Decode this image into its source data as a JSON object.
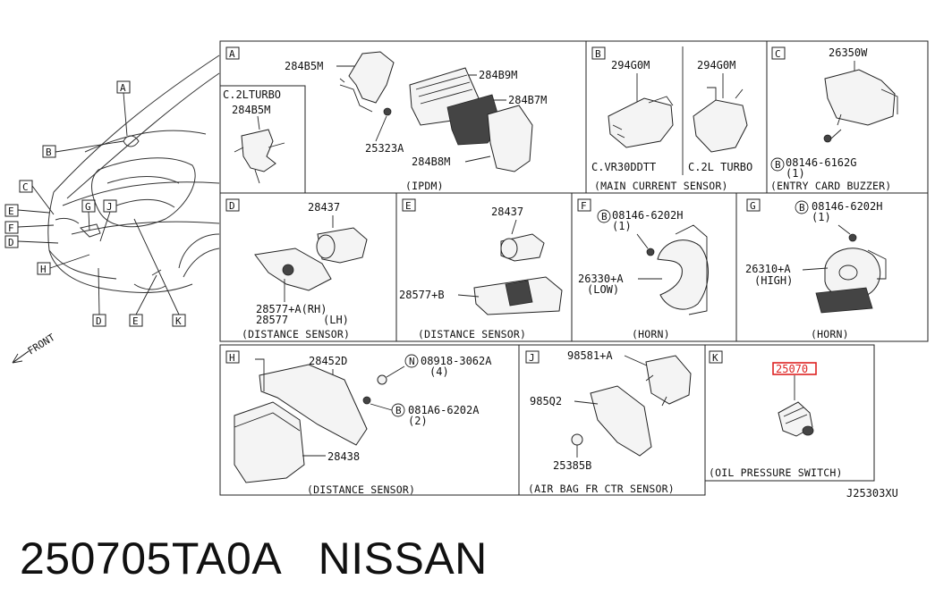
{
  "diagram": {
    "car_overview": {
      "front_label": "FRONT",
      "callouts": [
        "A",
        "B",
        "C",
        "E",
        "F",
        "G",
        "J",
        "D",
        "H",
        "D",
        "E",
        "K"
      ]
    },
    "panels": {
      "A": {
        "letter": "A",
        "caption": "(IPDM)",
        "sub_label": "C.2LTURBO",
        "sub_part": "284B5M",
        "parts": [
          "284B5M",
          "284B9M",
          "284B7M",
          "25323A",
          "284B8M"
        ]
      },
      "B": {
        "letter": "B",
        "caption": "(MAIN CURRENT SENSOR)",
        "left_part": "294G0M",
        "left_variant": "C.VR30DDTT",
        "right_part": "294G0M",
        "right_variant": "C.2L TURBO"
      },
      "C": {
        "letter": "C",
        "caption": "(ENTRY CARD BUZZER)",
        "parts": [
          "26350W",
          "08146-6162G",
          "(1)"
        ],
        "mark": "B"
      },
      "D": {
        "letter": "D",
        "caption": "(DISTANCE SENSOR)",
        "parts": [
          "28437",
          "28577+A(RH)",
          "28577",
          "(LH)"
        ]
      },
      "E": {
        "letter": "E",
        "caption": "(DISTANCE SENSOR)",
        "parts": [
          "28437",
          "28577+B"
        ]
      },
      "F": {
        "letter": "F",
        "caption": "(HORN)",
        "parts": [
          "08146-6202H",
          "(1)",
          "26330+A",
          "(LOW)"
        ],
        "mark": "B"
      },
      "G": {
        "letter": "G",
        "caption": "(HORN)",
        "parts": [
          "08146-6202H",
          "(1)",
          "26310+A",
          "(HIGH)"
        ],
        "mark": "B"
      },
      "H": {
        "letter": "H",
        "caption": "(DISTANCE SENSOR)",
        "parts": [
          "28452D",
          "08918-3062A",
          "(4)",
          "081A6-6202A",
          "(2)",
          "28438"
        ],
        "mark_n": "N",
        "mark_b": "B"
      },
      "J": {
        "letter": "J",
        "caption": "(AIR BAG FR CTR SENSOR)",
        "parts": [
          "98581+A",
          "985Q2",
          "25385B"
        ]
      },
      "K": {
        "letter": "K",
        "caption": "(OIL PRESSURE SWITCH)",
        "parts": [
          "25070"
        ],
        "highlight_color": "#dd2222"
      }
    },
    "figure_code": "J25303XU"
  },
  "footer": {
    "part_number": "250705TA0A",
    "brand": "NISSAN"
  }
}
